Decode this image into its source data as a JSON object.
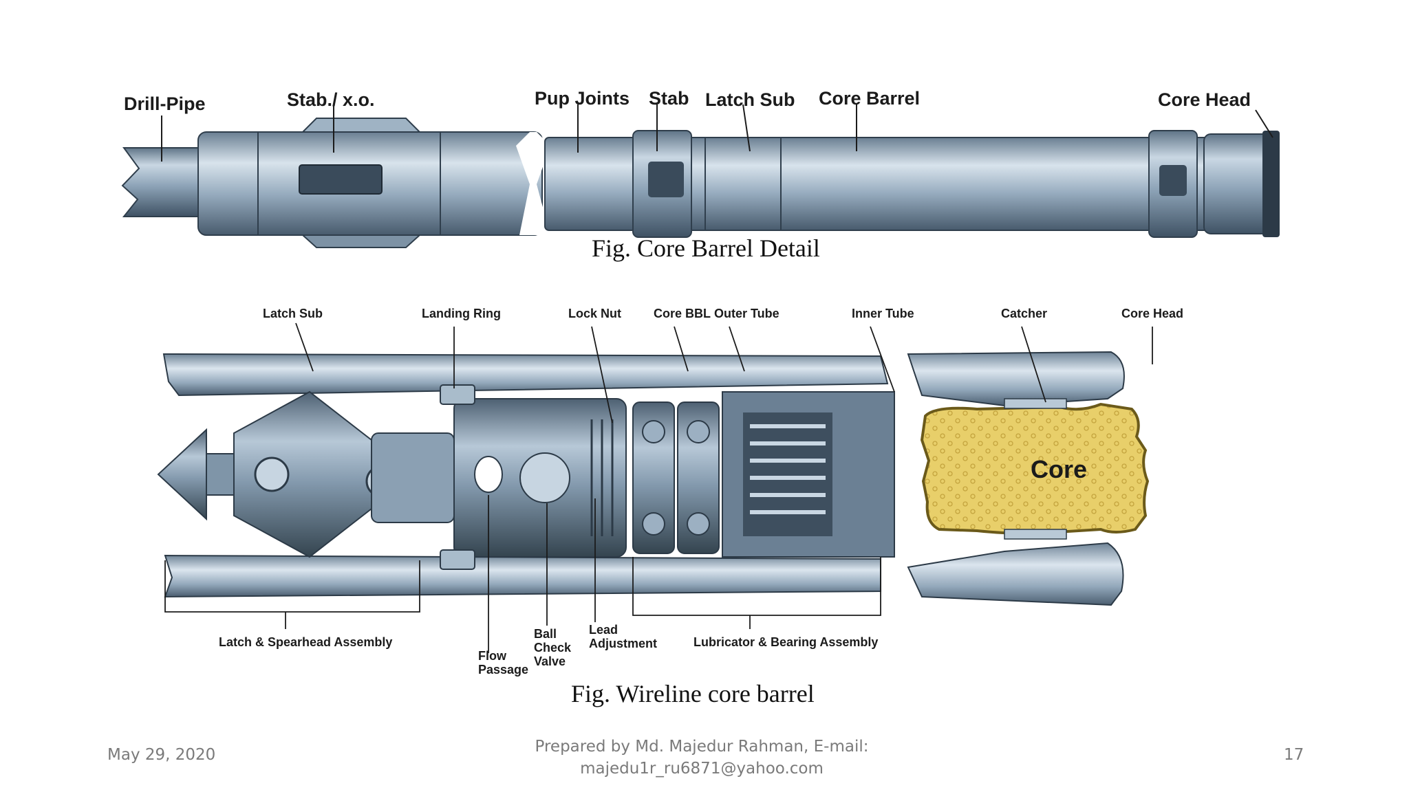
{
  "figure1": {
    "caption": "Fig. Core Barrel Detail",
    "labels": {
      "drill_pipe": "Drill-Pipe",
      "stab_xo": "Stab./ x.o.",
      "pup_joints": "Pup Joints",
      "stab": "Stab",
      "latch_sub": "Latch Sub",
      "core_barrel": "Core Barrel",
      "core_head": "Core Head"
    }
  },
  "figure2": {
    "caption": "Fig. Wireline core barrel",
    "labels": {
      "latch_sub": "Latch Sub",
      "landing_ring": "Landing Ring",
      "lock_nut": "Lock Nut",
      "core_bbl": "Core BBL",
      "outer_tube": "Outer Tube",
      "inner_tube": "Inner Tube",
      "catcher": "Catcher",
      "core_head": "Core Head",
      "core": "Core",
      "latch_spearhead": "Latch & Spearhead Assembly",
      "flow": "Flow",
      "passage": "Passage",
      "ball": "Ball",
      "check": "Check",
      "valve": "Valve",
      "lead": "Lead",
      "adjustment": "Adjustment",
      "lubricator": "Lubricator & Bearing Assembly"
    }
  },
  "footer": {
    "date": "May 29, 2020",
    "prepared_line1": "Prepared by Md. Majedur Rahman, E-mail:",
    "prepared_line2": "majedu1r_ru6871@yahoo.com",
    "page_number": "17"
  },
  "colors": {
    "steel": "#8ea4b8",
    "steel_dark": "#4a5d70",
    "steel_light": "#d4e0ea",
    "core_fill": "#e8cf6a",
    "core_edge": "#6b5a1a"
  }
}
